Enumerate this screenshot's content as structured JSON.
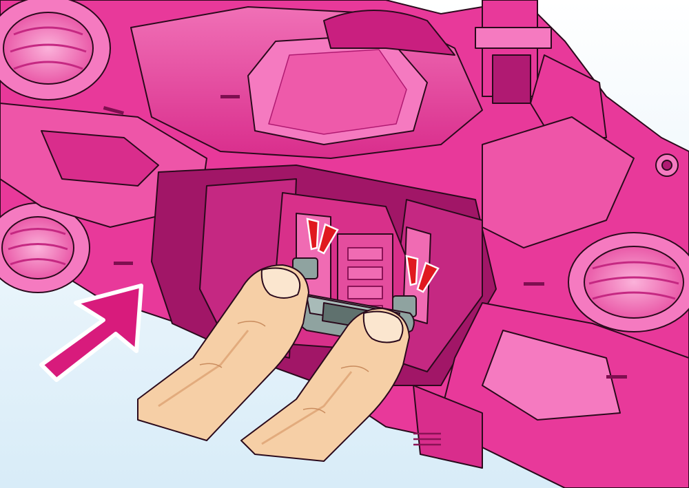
{
  "scene": {
    "subject": "pink-robot-underside",
    "action": "press-grey-release-tab-with-two-fingers",
    "direction_indicator": "arrow-pointing-up-right"
  },
  "colors": {
    "background_top": "#ffffff",
    "background_bottom": "#d8ecf8",
    "body_main": "#e8399a",
    "body_light": "#f57ac0",
    "body_dark": "#b01a72",
    "body_shadow": "#7e0f50",
    "outline": "#2a0a1c",
    "part_grey": "#8fa3a0",
    "part_grey_dark": "#5f716e",
    "skin": "#f6cfa6",
    "skin_shadow": "#e2ab7d",
    "nail": "#fbe6cf",
    "arrow": "#d81b7c",
    "arrow_outline": "#ffffff",
    "motion_mark": "#e0191f"
  },
  "icons": {
    "arrow": "up-right-arrow",
    "press_marks": "motion-tick-marks"
  }
}
